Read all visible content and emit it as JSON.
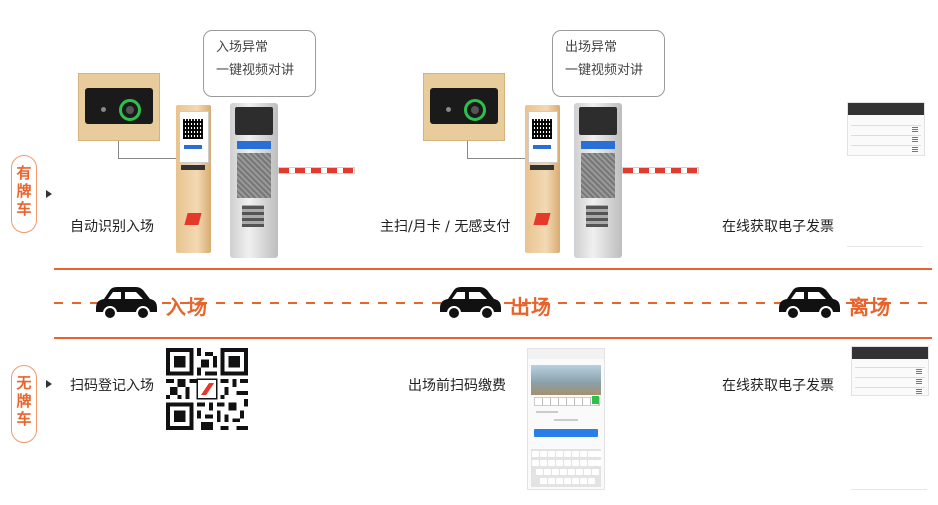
{
  "callouts": {
    "entry": {
      "line1": "入场异常",
      "line2": "一键视频对讲"
    },
    "exit": {
      "line1": "出场异常",
      "line2": "一键视频对讲"
    }
  },
  "categories": {
    "plated": {
      "c1": "有",
      "c2": "牌",
      "c3": "车"
    },
    "unplated": {
      "c1": "无",
      "c2": "牌",
      "c3": "车"
    }
  },
  "plated_steps": {
    "entry": "自动识别入场",
    "exit": "主扫/月卡 / 无感支付",
    "leave": "在线获取电子发票"
  },
  "unplated_steps": {
    "entry": "扫码登记入场",
    "exit": "出场前扫码缴费",
    "leave": "在线获取电子发票"
  },
  "stages": {
    "entry": "入场",
    "exit": "出场",
    "leave": "离场"
  },
  "colors": {
    "accent": "#e8642d",
    "line": "#e8642d",
    "text": "#222222"
  }
}
